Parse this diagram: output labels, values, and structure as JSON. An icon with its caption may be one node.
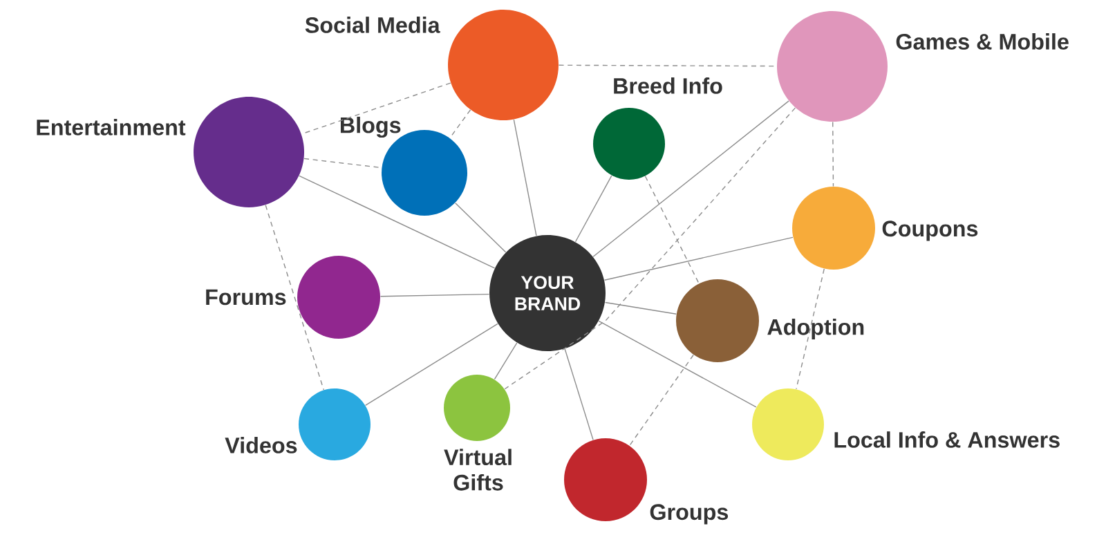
{
  "diagram": {
    "nodes": [
      {
        "text": [
          "YOUR BRAND"
        ]
      },
      {
        "text": [
          "Social Media"
        ]
      },
      {
        "text": [
          "Games & Mobile"
        ]
      },
      {
        "text": [
          "Entertainment"
        ]
      },
      {
        "text": [
          "Blogs"
        ]
      },
      {
        "text": [
          "Breed Info"
        ]
      },
      {
        "text": [
          "Coupons"
        ]
      },
      {
        "text": [
          "Forums"
        ]
      },
      {
        "text": [
          "Adoption"
        ]
      },
      {
        "text": [
          "Videos"
        ]
      },
      {
        "text": [
          "Virtual Gifts"
        ]
      },
      {
        "text": [
          "Groups"
        ]
      },
      {
        "text": [
          "Local Info & Answers"
        ]
      }
    ],
    "edges": [
      {
        "from": 0,
        "to": 1,
        "arrow": "none"
      },
      {
        "from": 0,
        "to": 2,
        "arrow": "none"
      },
      {
        "from": 0,
        "to": 3,
        "arrow": "none"
      },
      {
        "from": 0,
        "to": 4,
        "arrow": "none"
      },
      {
        "from": 0,
        "to": 5,
        "arrow": "none"
      },
      {
        "from": 0,
        "to": 6,
        "arrow": "none"
      },
      {
        "from": 0,
        "to": 7,
        "arrow": "none"
      },
      {
        "from": 0,
        "to": 8,
        "arrow": "none"
      },
      {
        "from": 0,
        "to": 9,
        "arrow": "none"
      },
      {
        "from": 0,
        "to": 10,
        "arrow": "none"
      },
      {
        "from": 0,
        "to": 11,
        "arrow": "none"
      },
      {
        "from": 0,
        "to": 12,
        "arrow": "none"
      },
      {
        "from": 1,
        "to": 2,
        "arrow": "none",
        "style": "dashed"
      },
      {
        "from": 1,
        "to": 3,
        "arrow": "none",
        "style": "dashed"
      },
      {
        "from": 1,
        "to": 4,
        "arrow": "none",
        "style": "dashed"
      },
      {
        "from": 3,
        "to": 4,
        "arrow": "none",
        "style": "dashed"
      },
      {
        "from": 3,
        "to": 9,
        "arrow": "none",
        "style": "dashed"
      },
      {
        "from": 2,
        "to": 6,
        "arrow": "none",
        "style": "dashed"
      },
      {
        "from": 2,
        "to": 10,
        "arrow": "none",
        "style": "dashed"
      },
      {
        "from": 5,
        "to": 8,
        "arrow": "none",
        "style": "dashed"
      },
      {
        "from": 8,
        "to": 11,
        "arrow": "none",
        "style": "dashed"
      },
      {
        "from": 6,
        "to": 12,
        "arrow": "none",
        "style": "dashed"
      }
    ]
  }
}
